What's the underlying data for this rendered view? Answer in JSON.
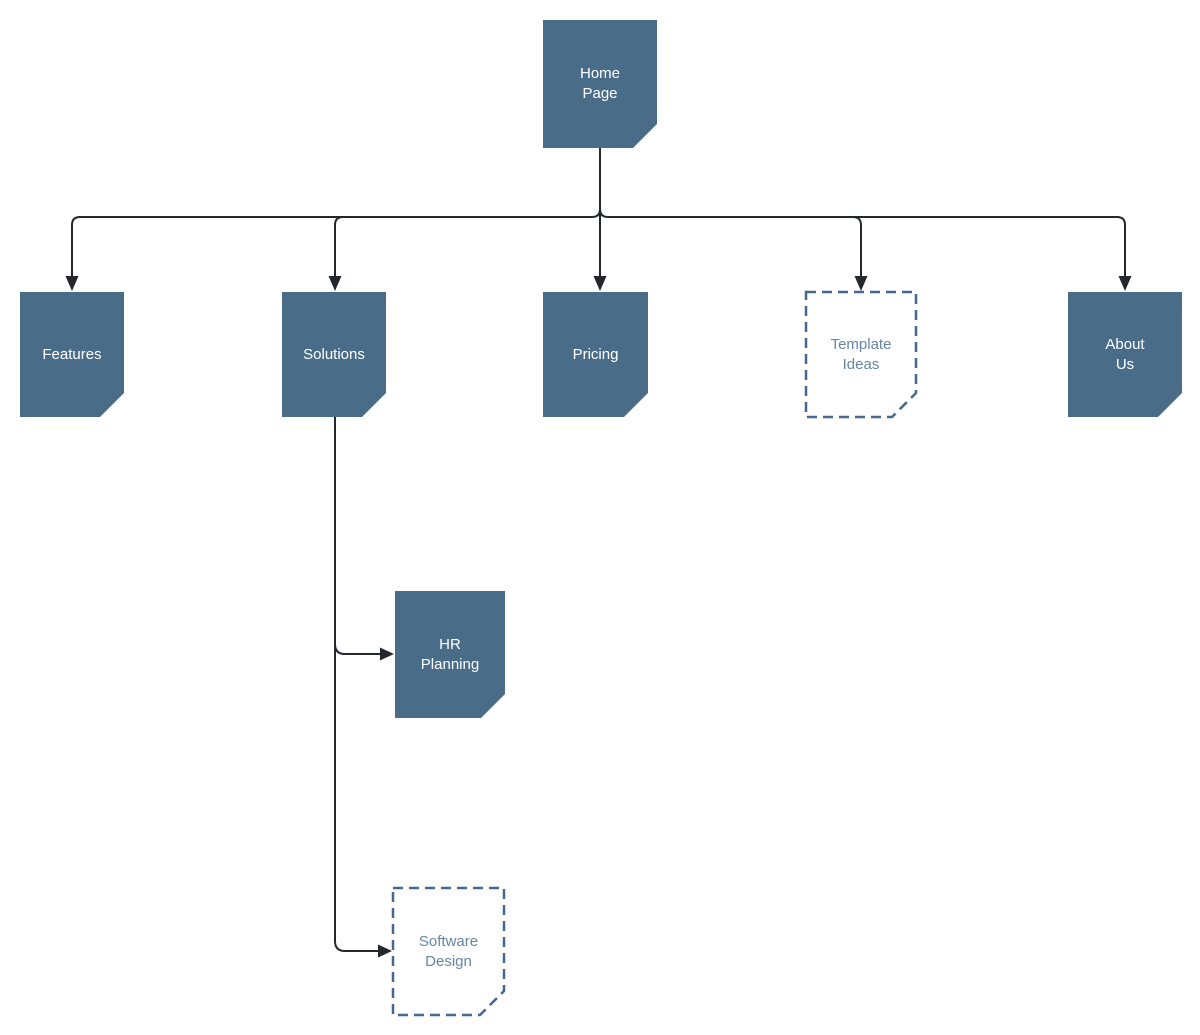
{
  "diagram": {
    "background": "#ffffff",
    "colors": {
      "node_fill": "#496d89",
      "node_text": "#ffffff",
      "placeholder_border": "#44688e",
      "placeholder_text": "#6486a5",
      "connector": "#24282c"
    },
    "nodes": {
      "home": {
        "label": "Home\nPage",
        "style": "solid"
      },
      "features": {
        "label": "Features",
        "style": "solid"
      },
      "solutions": {
        "label": "Solutions",
        "style": "solid"
      },
      "pricing": {
        "label": "Pricing",
        "style": "solid"
      },
      "template_ideas": {
        "label": "Template\nIdeas",
        "style": "dashed"
      },
      "about_us": {
        "label": "About\nUs",
        "style": "solid"
      },
      "hr_planning": {
        "label": "HR\nPlanning",
        "style": "solid"
      },
      "software_design": {
        "label": "Software\nDesign",
        "style": "dashed"
      }
    },
    "edges": [
      {
        "from": "home",
        "to": "features"
      },
      {
        "from": "home",
        "to": "solutions"
      },
      {
        "from": "home",
        "to": "pricing"
      },
      {
        "from": "home",
        "to": "template_ideas"
      },
      {
        "from": "home",
        "to": "about_us"
      },
      {
        "from": "solutions",
        "to": "hr_planning"
      },
      {
        "from": "solutions",
        "to": "software_design"
      }
    ]
  }
}
